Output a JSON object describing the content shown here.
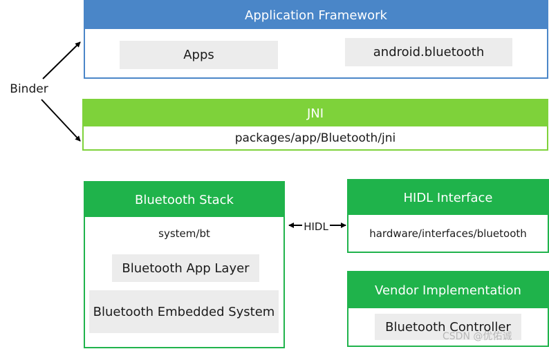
{
  "framework": {
    "title": "Application Framework",
    "apps": "Apps",
    "android_bluetooth": "android.bluetooth"
  },
  "jni": {
    "title": "JNI",
    "path": "packages/app/Bluetooth/jni"
  },
  "binder_label": "Binder",
  "stack": {
    "title": "Bluetooth Stack",
    "path": "system/bt",
    "app_layer": "Bluetooth App Layer",
    "embedded_system": "Bluetooth Embedded System"
  },
  "hidl_link_label": "HIDL",
  "hidl": {
    "title": "HIDL Interface",
    "path": "hardware/interfaces/bluetooth"
  },
  "vendor": {
    "title": "Vendor Implementation",
    "controller": "Bluetooth Controller"
  },
  "watermark": "CSDN @优佑诚",
  "colors": {
    "framework": "#4a86c8",
    "jni": "#7ed23a",
    "stack": "#1fb34b",
    "box_fill": "#ececec"
  }
}
